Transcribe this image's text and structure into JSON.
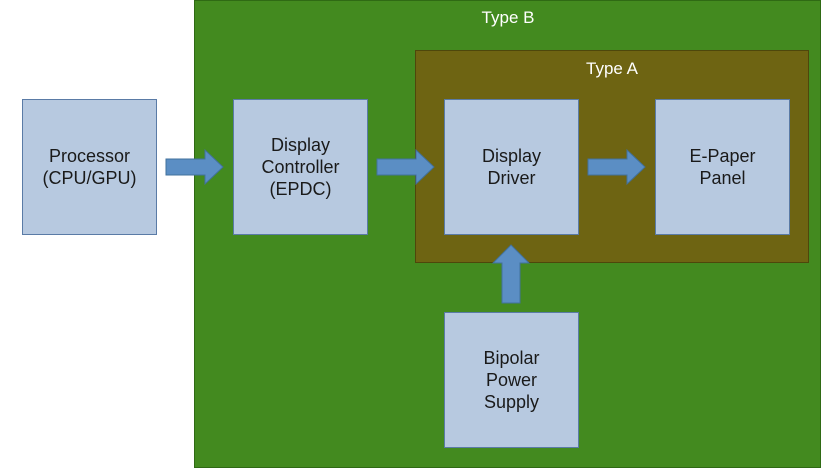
{
  "regions": {
    "type_b": {
      "label": "Type B",
      "color": "#438a1f"
    },
    "type_a": {
      "label": "Type A",
      "color": "#6e6412"
    }
  },
  "blocks": {
    "processor": {
      "lines": [
        "Processor",
        "(CPU/GPU)"
      ]
    },
    "display_controller": {
      "lines": [
        "Display",
        "Controller",
        "(EPDC)"
      ]
    },
    "display_driver": {
      "lines": [
        "Display",
        "Driver"
      ]
    },
    "epaper_panel": {
      "lines": [
        "E-Paper",
        "Panel"
      ]
    },
    "power_supply": {
      "lines": [
        "Bipolar",
        "Power",
        "Supply"
      ]
    }
  },
  "connections": [
    {
      "from": "Processor (CPU/GPU)",
      "to": "Display Controller (EPDC)"
    },
    {
      "from": "Display Controller (EPDC)",
      "to": "Display Driver"
    },
    {
      "from": "Display Driver",
      "to": "E-Paper Panel"
    },
    {
      "from": "Bipolar Power Supply",
      "to": "Display Driver"
    }
  ],
  "colors": {
    "block_fill": "#b7c9e0",
    "block_border": "#5a7ba6",
    "arrow_fill": "#5b8ec4"
  }
}
